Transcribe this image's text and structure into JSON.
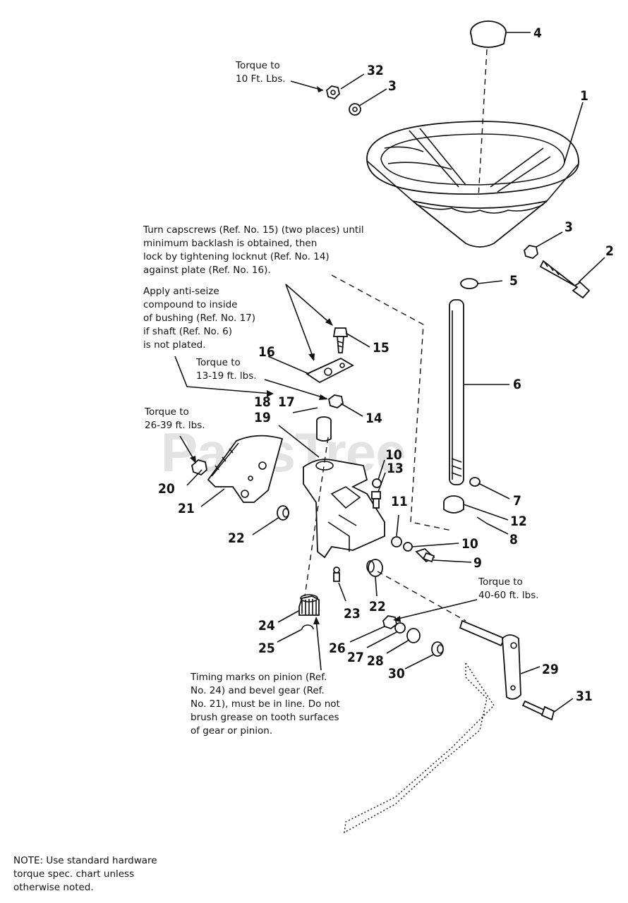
{
  "watermark": "PartsTree",
  "notes": {
    "torque_32": "Torque to\n10 Ft. Lbs.",
    "capscrews": "Turn capscrews (Ref. No. 15) (two places) until\nminimum backlash is obtained, then\nlock by tightening locknut (Ref. No. 14)\nagainst plate (Ref. No. 16).",
    "anti_seize": "Apply anti-seize\ncompound to inside\nof bushing (Ref. No. 17)\nif shaft (Ref. No. 6)\nis not plated.",
    "torque_14": "Torque to\n13-19 ft. lbs.",
    "torque_20": "Torque to\n26-39 ft. lbs.",
    "torque_26": "Torque to\n40-60 ft. lbs.",
    "timing": "Timing marks on pinion (Ref.\nNo. 24) and bevel gear (Ref.\nNo. 21), must be in line. Do not\nbrush grease on tooth surfaces\nof gear or pinion.",
    "footer": "NOTE: Use standard hardware\ntorque spec. chart unless\notherwise noted."
  },
  "callouts": {
    "c4": "4",
    "c32": "32",
    "c3a": "3",
    "c1": "1",
    "c3b": "3",
    "c2": "2",
    "c5": "5",
    "c15": "15",
    "c16": "16",
    "c6": "6",
    "c18": "18",
    "c17": "17",
    "c14": "14",
    "c19": "19",
    "c10a": "10",
    "c13": "13",
    "c20": "20",
    "c21": "21",
    "c7": "7",
    "c12": "12",
    "c11": "11",
    "c22a": "22",
    "c8": "8",
    "c10b": "10",
    "c9": "9",
    "c23": "23",
    "c22b": "22",
    "c24": "24",
    "c25": "25",
    "c26": "26",
    "c27": "27",
    "c28": "28",
    "c30": "30",
    "c29": "29",
    "c31": "31"
  }
}
